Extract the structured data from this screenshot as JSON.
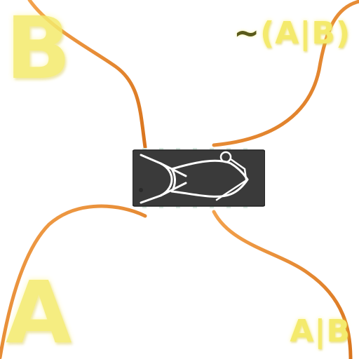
{
  "labels": {
    "input_b": "B",
    "input_a": "A",
    "output_expression": "~(A|B)",
    "output_expression_prefix": "~",
    "output_expression_body": "(A|B)",
    "inner_expression": "A|B"
  },
  "gate": {
    "type": "NOR",
    "symbol_icon": "nor-gate-symbol-icon"
  },
  "colors": {
    "wire": "#e8892b",
    "chip_body": "#3a3a3a",
    "label_yellow": "#f4ea6c",
    "symbol_stroke": "#ffffff"
  }
}
